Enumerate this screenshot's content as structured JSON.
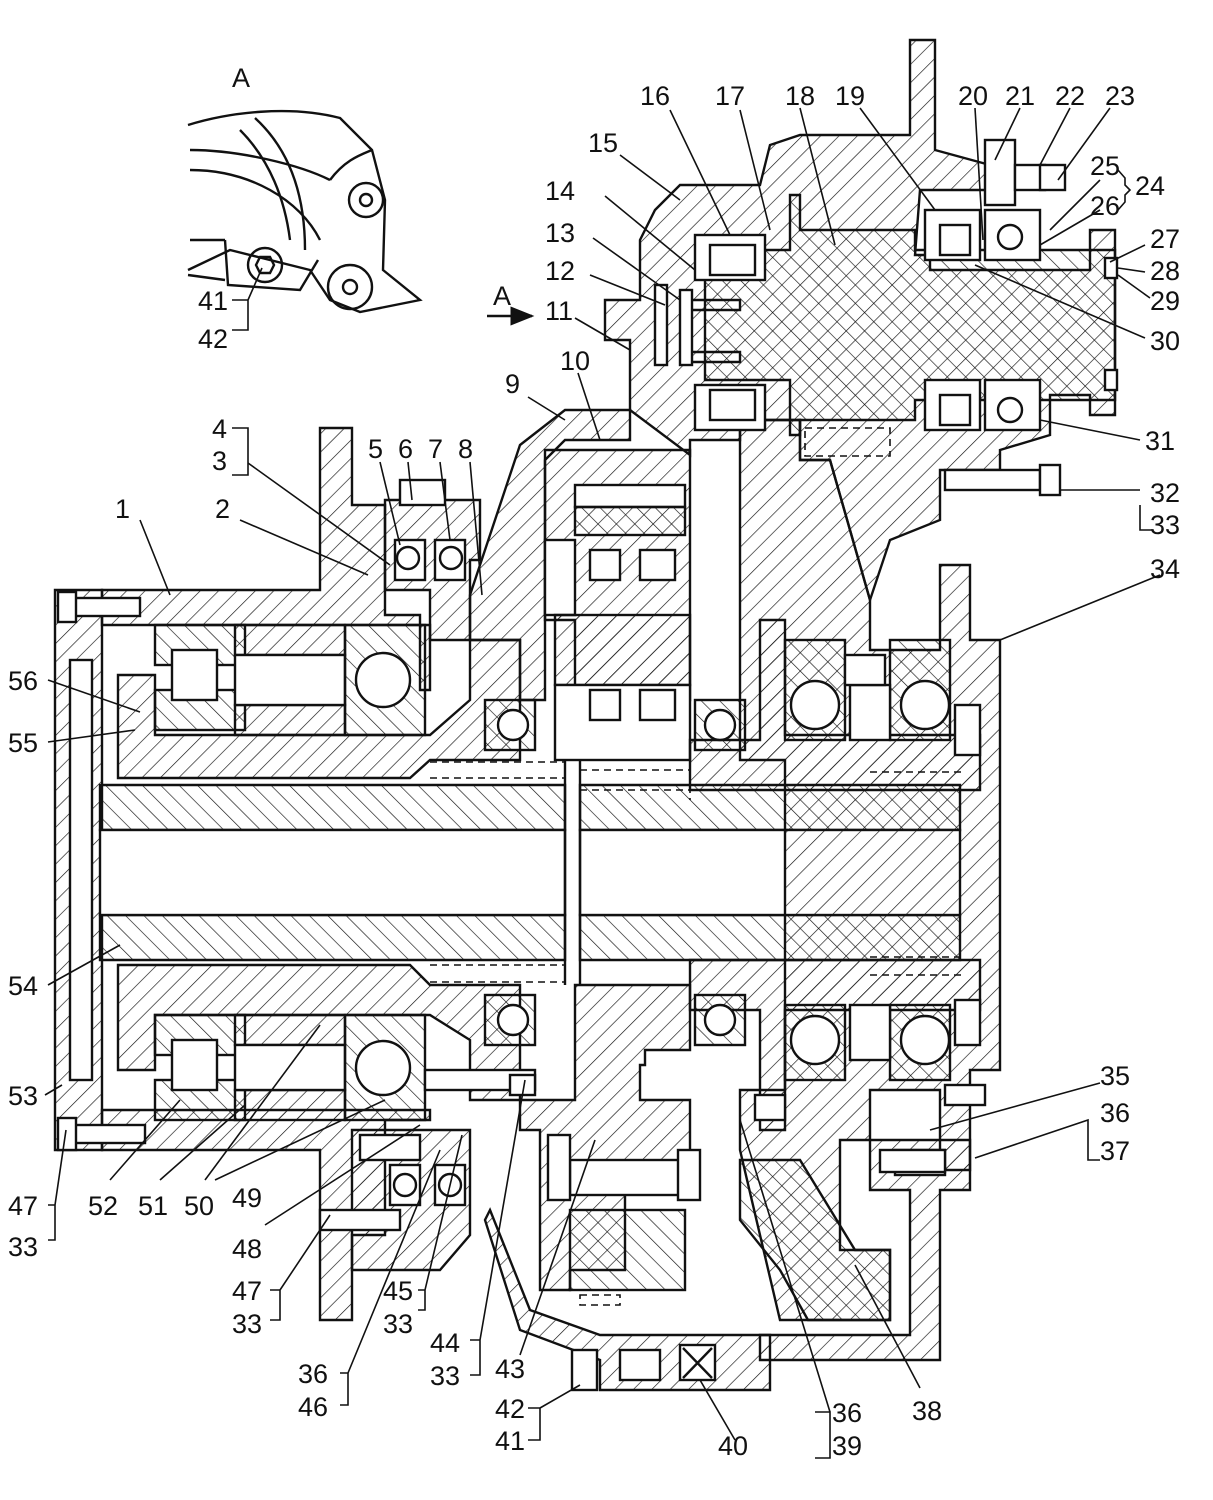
{
  "view_letter": "A",
  "section_arrow": "A",
  "labels": [
    {
      "id": "l1",
      "text": "1"
    },
    {
      "id": "l2",
      "text": "2"
    },
    {
      "id": "l3",
      "text": "3"
    },
    {
      "id": "l4",
      "text": "4"
    },
    {
      "id": "l5",
      "text": "5"
    },
    {
      "id": "l6",
      "text": "6"
    },
    {
      "id": "l7",
      "text": "7"
    },
    {
      "id": "l8",
      "text": "8"
    },
    {
      "id": "l9",
      "text": "9"
    },
    {
      "id": "l10",
      "text": "10"
    },
    {
      "id": "l11",
      "text": "11"
    },
    {
      "id": "l12",
      "text": "12"
    },
    {
      "id": "l13",
      "text": "13"
    },
    {
      "id": "l14",
      "text": "14"
    },
    {
      "id": "l15",
      "text": "15"
    },
    {
      "id": "l16",
      "text": "16"
    },
    {
      "id": "l17",
      "text": "17"
    },
    {
      "id": "l18",
      "text": "18"
    },
    {
      "id": "l19",
      "text": "19"
    },
    {
      "id": "l20",
      "text": "20"
    },
    {
      "id": "l21",
      "text": "21"
    },
    {
      "id": "l22",
      "text": "22"
    },
    {
      "id": "l23",
      "text": "23"
    },
    {
      "id": "l24",
      "text": "24"
    },
    {
      "id": "l25",
      "text": "25"
    },
    {
      "id": "l26",
      "text": "26"
    },
    {
      "id": "l27",
      "text": "27"
    },
    {
      "id": "l28",
      "text": "28"
    },
    {
      "id": "l29",
      "text": "29"
    },
    {
      "id": "l30",
      "text": "30"
    },
    {
      "id": "l31",
      "text": "31"
    },
    {
      "id": "l32",
      "text": "32"
    },
    {
      "id": "l33a",
      "text": "33"
    },
    {
      "id": "l34",
      "text": "34"
    },
    {
      "id": "l35",
      "text": "35"
    },
    {
      "id": "l36a",
      "text": "36"
    },
    {
      "id": "l37",
      "text": "37"
    },
    {
      "id": "l38",
      "text": "38"
    },
    {
      "id": "l36b",
      "text": "36"
    },
    {
      "id": "l39",
      "text": "39"
    },
    {
      "id": "l40",
      "text": "40"
    },
    {
      "id": "l42b",
      "text": "42"
    },
    {
      "id": "l41b",
      "text": "41"
    },
    {
      "id": "l43",
      "text": "43"
    },
    {
      "id": "l44",
      "text": "44"
    },
    {
      "id": "l33b",
      "text": "33"
    },
    {
      "id": "l45",
      "text": "45"
    },
    {
      "id": "l33c",
      "text": "33"
    },
    {
      "id": "l36c",
      "text": "36"
    },
    {
      "id": "l46",
      "text": "46"
    },
    {
      "id": "l47a",
      "text": "47"
    },
    {
      "id": "l33d",
      "text": "33"
    },
    {
      "id": "l48",
      "text": "48"
    },
    {
      "id": "l49",
      "text": "49"
    },
    {
      "id": "l50",
      "text": "50"
    },
    {
      "id": "l51",
      "text": "51"
    },
    {
      "id": "l52",
      "text": "52"
    },
    {
      "id": "l47b",
      "text": "47"
    },
    {
      "id": "l33e",
      "text": "33"
    },
    {
      "id": "l53",
      "text": "53"
    },
    {
      "id": "l54",
      "text": "54"
    },
    {
      "id": "l55",
      "text": "55"
    },
    {
      "id": "l56",
      "text": "56"
    },
    {
      "id": "l41a",
      "text": "41"
    },
    {
      "id": "l42a",
      "text": "42"
    }
  ]
}
